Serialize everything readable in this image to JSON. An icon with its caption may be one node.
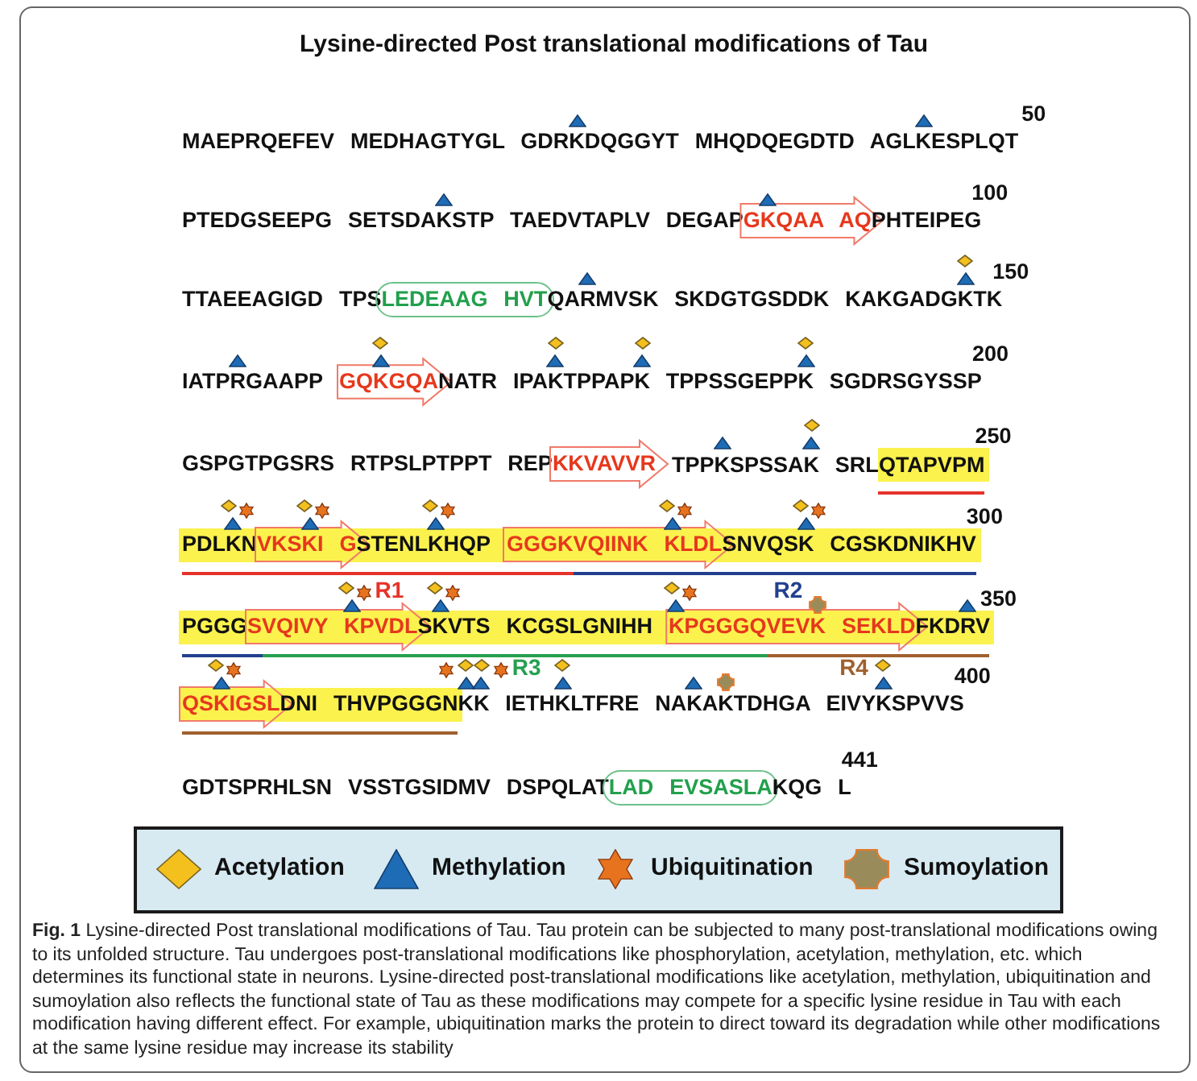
{
  "diagram": {
    "title": "Lysine-directed Post translational modifications of Tau",
    "caption": "**Fig. 1** Lysine-directed Post translational modifications of Tau. Tau protein can be subjected to many post-translational modifications owing to its unfolded structure. Tau undergoes post-translational modifications like phosphorylation, acetylation, methylation, etc. which determines its functional state in neurons. Lysine-directed post-translational modifications like acetylation, methylation, ubiquitination and sumoylation also reflects the functional state of Tau as these modifications may compete for a specific lysine residue in Tau with each modification having different effect. For example, ubiquitination marks the protein to direct toward its degradation while other modifications at the same lysine residue may increase its stability",
    "nodes": [
      {
        "text": [
          "GKQAA AQ"
        ]
      },
      {
        "text": [
          "LEDEAAG HVT"
        ]
      },
      {
        "text": [
          "GQKGQA"
        ]
      },
      {
        "text": [
          "KKVAVVR"
        ]
      },
      {
        "text": [
          "VKSKI G"
        ]
      },
      {
        "text": [
          "GGGKVQIINK KLDL"
        ]
      },
      {
        "text": [
          "SVQIVY KPVDL"
        ]
      },
      {
        "text": [
          "KPGGGQVEVK SEKLD"
        ]
      },
      {
        "text": [
          "QSKIGSL"
        ]
      },
      {
        "text": [
          "LAD EVSASLA"
        ]
      }
    ],
    "labels": [
      "MAEPRQEFEV MEDHAGTYGL GDRKDQGGYT MHQDQEGDTD AGLKESPLQT",
      "50",
      "PTEDGSEEPG SETSDAKSTP TAEDVTAPLV DEGAP",
      "PHTEIPEG",
      "100",
      "TTAEEAGIGD TPS",
      "QARMVSK SKDGTGSDDK KAKGADGKTK",
      "150",
      "IATPRGAAPP",
      "NATR IPAKTPPAPK TPPSSGEPPK SGDRSGYSSP",
      "200",
      "GSPGTPGSRS RTPSLPTPPT REP",
      "TPPKSPSSAK SRLQTAPVPM",
      "250",
      "PDLKN",
      "STENLKHQP",
      "SNVQSK CGSKDNIKHV",
      "300",
      "R1",
      "R2",
      "PGGG",
      "SKVTS KCGSLGNIHH",
      "FKDRV",
      "350",
      "R3",
      "R4",
      "DNI THVPGGGNKK IETHKLTFRE NAKAKTDHGA EIVYKSPVVS",
      "400",
      "GDTSPRHLSN VSSTGSIDMV DSPQLAT",
      "KQG L",
      "441"
    ],
    "legend": [
      {
        "text": "Acetylation"
      },
      {
        "text": "Methylation"
      },
      {
        "text": "Ubiquitination"
      },
      {
        "text": "Sumoylation"
      }
    ]
  }
}
